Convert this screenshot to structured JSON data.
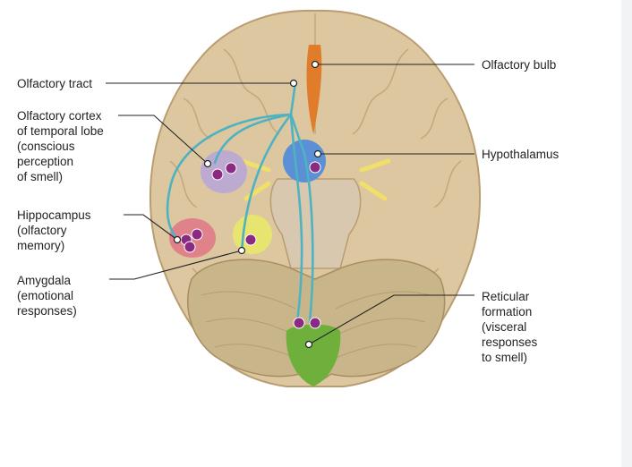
{
  "labels": {
    "olfactory_tract": "Olfactory tract",
    "olfactory_cortex": "Olfactory cortex\nof temporal lobe\n(conscious\nperception\nof smell)",
    "hippocampus": "Hippocampus\n(olfactory\nmemory)",
    "amygdala": "Amygdala\n(emotional\nresponses)",
    "olfactory_bulb": "Olfactory bulb",
    "hypothalamus": "Hypothalamus",
    "reticular_formation": "Reticular\nformation\n(visceral\nresponses\nto smell)"
  },
  "colors": {
    "brain": "#dcc7a0",
    "brain_dark": "#b99d70",
    "cerebellum": "#c9b58a",
    "pathway": "#4fb2c0",
    "synapse": "#8a2a82",
    "olfactory_bulb": "#e07c2a",
    "cortex_region": "#b9a6d6",
    "hippocampus_region": "#e07a86",
    "amygdala_region": "#e8e86a",
    "hypothalamus_region": "#5b8fd6",
    "reticular_region": "#6fb03c",
    "optic": "#f0e06a"
  }
}
